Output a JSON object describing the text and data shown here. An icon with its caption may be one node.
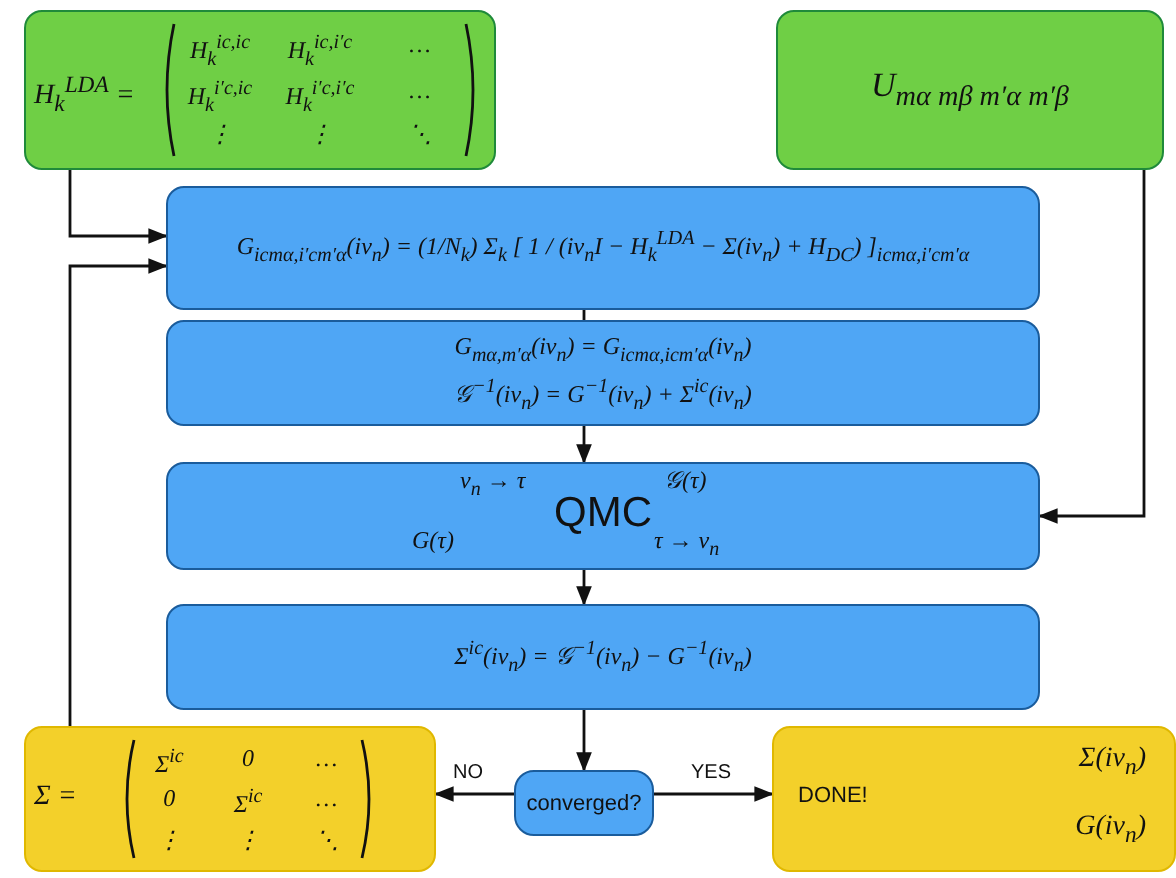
{
  "diagram": {
    "nodes": [
      {
        "text": [
          "H$_{k}$$^{LDA}$ =",
          "H$_{k}$$^{ic,ic}$",
          "H$_{k}$$^{ic,i′c}$",
          "…",
          "H$_{k}$$^{i′c,ic}$",
          "H$_{k}$$^{i′c,i′c}$",
          "…",
          "⋮",
          "⋮",
          "⋱"
        ]
      },
      {
        "text": [
          "U$_{mα mβ m′α m′β}$"
        ]
      },
      {
        "text": [
          "G$_{icmα,i′cm′α}$(iν$_{n}$) = (1/N$_{k}$) Σ$_{k}$ [ 1 / (iν$_{n}$I − H$_{k}$$^{LDA}$ − Σ(iν$_{n}$) + H$_{DC}$) ]$_{icmα,i′cm′α}$"
        ]
      },
      {
        "text": [
          "G$_{mα,m′α}$(iν$_{n}$) = G$_{icmα,icm′α}$(iν$_{n}$)",
          "𝒢$^{−1}$(iν$_{n}$) = G$^{−1}$(iν$_{n}$) + Σ$^{ic}$(iν$_{n}$)"
        ]
      },
      {
        "text": [
          "ν$_{n}$ → τ",
          "𝒢(τ)",
          "QMC",
          "G(τ)",
          "τ → ν$_{n}$"
        ]
      },
      {
        "text": [
          "Σ$^{ic}$(iν$_{n}$) = 𝒢$^{−1}$(iν$_{n}$) − G$^{−1}$(iν$_{n}$)"
        ]
      },
      {
        "text": [
          "converged?"
        ]
      },
      {
        "text": [
          "Σ =",
          "Σ$^{ic}$",
          "0",
          "…",
          "0",
          "Σ$^{ic}$",
          "…",
          "⋮",
          "⋮",
          "⋱"
        ]
      },
      {
        "text": [
          "DONE!",
          "Σ(iν$_{n}$)",
          "G(iν$_{n}$)"
        ]
      }
    ],
    "edges": [
      {
        "from": 0,
        "to": 2,
        "arrow": "to"
      },
      {
        "from": 1,
        "to": 4,
        "arrow": "to"
      },
      {
        "from": 2,
        "to": 3,
        "arrow": "none"
      },
      {
        "from": 3,
        "to": 4,
        "arrow": "to"
      },
      {
        "from": 4,
        "to": 5,
        "arrow": "to"
      },
      {
        "from": 5,
        "to": 6,
        "arrow": "to"
      },
      {
        "from": 6,
        "to": 7,
        "arrow": "to",
        "label": "NO"
      },
      {
        "from": 6,
        "to": 8,
        "arrow": "to",
        "label": "YES"
      },
      {
        "from": 7,
        "to": 2,
        "arrow": "to"
      }
    ]
  }
}
